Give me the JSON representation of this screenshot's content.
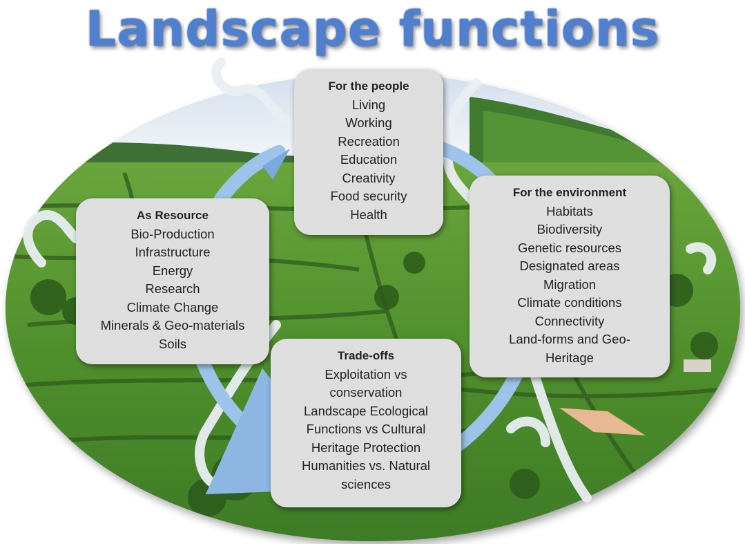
{
  "title": "Landscape functions",
  "colors": {
    "title": "#4f7fce",
    "cycle_arrow": "#9ec3ea",
    "box_fill": "#dedede",
    "sky": "#e6eef7",
    "field_green": "#5f9e36",
    "hill_green": "#3f7a2e"
  },
  "boxes": {
    "people": {
      "heading": "For the people",
      "items": [
        "Living",
        "Working",
        "Recreation",
        "Education",
        "Creativity",
        "Food security",
        "Health"
      ]
    },
    "environment": {
      "heading": "For the environment",
      "items": [
        "Habitats",
        "Biodiversity",
        "Genetic resources",
        "Designated areas",
        "Migration",
        "Climate conditions",
        "Connectivity",
        "Land-forms and Geo-",
        "Heritage"
      ]
    },
    "resource": {
      "heading": "As Resource",
      "items": [
        "Bio-Production",
        "Infrastructure",
        "Energy",
        "Research",
        "Climate Change",
        "Minerals & Geo-materials",
        "Soils"
      ]
    },
    "tradeoffs": {
      "heading": "Trade-offs",
      "items": [
        "Exploitation vs",
        "conservation",
        "Landscape Ecological",
        "Functions vs Cultural",
        "Heritage Protection",
        "Humanities vs. Natural",
        "sciences"
      ]
    }
  }
}
